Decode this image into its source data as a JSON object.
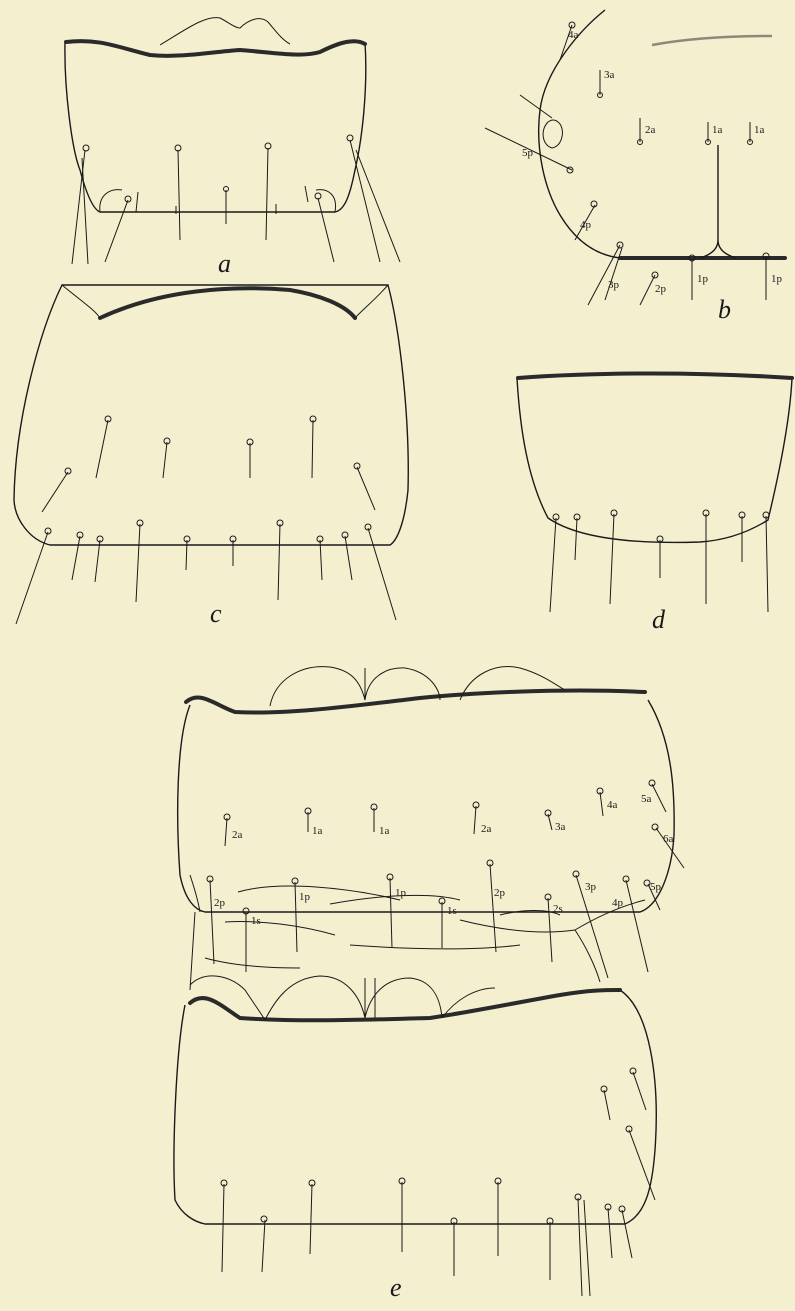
{
  "plate": {
    "figures": {
      "a": {
        "letter": "a"
      },
      "b": {
        "letter": "b",
        "labels": [
          "4a",
          "3a",
          "2a",
          "1a",
          "1a",
          "5p",
          "4p",
          "3p",
          "2p",
          "1p",
          "1p"
        ]
      },
      "c": {
        "letter": "c"
      },
      "d": {
        "letter": "d"
      },
      "e": {
        "letter": "e",
        "labels": [
          "2a",
          "1a",
          "1a",
          "2a",
          "3a",
          "4a",
          "5a",
          "6a",
          "2p",
          "1s",
          "1p",
          "1p",
          "1s",
          "2p",
          "2s",
          "3p",
          "4p",
          "5p"
        ]
      }
    }
  }
}
